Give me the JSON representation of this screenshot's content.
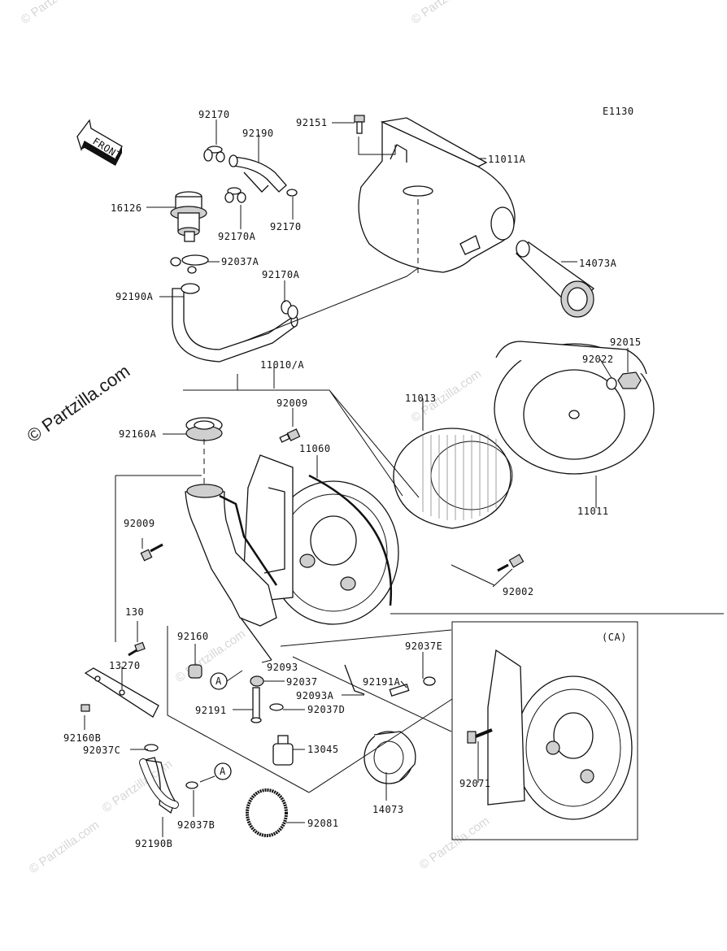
{
  "diagram": {
    "code": "E1130",
    "front_arrow": "FRONT",
    "watermark": "© Partzilla.com",
    "small_watermark": "© Partzilla.com",
    "variant_box_label": "(CA)",
    "ref_marker": "A",
    "labels": {
      "p92170_top": "92170",
      "p92190": "92190",
      "p92151": "92151",
      "p11011A": "11011A",
      "p16126": "16126",
      "p92170A": "92170A",
      "p92170": "92170",
      "p92037A": "92037A",
      "p14073A": "14073A",
      "p92170A_2": "92170A",
      "p92190A": "92190A",
      "p92015": "92015",
      "p92022": "92022",
      "p11010A": "11010/A",
      "p11013": "11013",
      "p92009_top": "92009",
      "p92160A": "92160A",
      "p11060": "11060",
      "p11011": "11011",
      "p92009": "92009",
      "p92002": "92002",
      "p130": "130",
      "p92160": "92160",
      "p92037E": "92037E",
      "p13270": "13270",
      "p92093": "92093",
      "p92037": "92037",
      "p92191A": "92191A",
      "p92093A": "92093A",
      "p92191": "92191",
      "p92037D": "92037D",
      "p92160B": "92160B",
      "p92037C": "92037C",
      "p13045": "13045",
      "p14073": "14073",
      "p92071": "92071",
      "p92037B": "92037B",
      "p92081": "92081",
      "p92190B": "92190B"
    }
  }
}
